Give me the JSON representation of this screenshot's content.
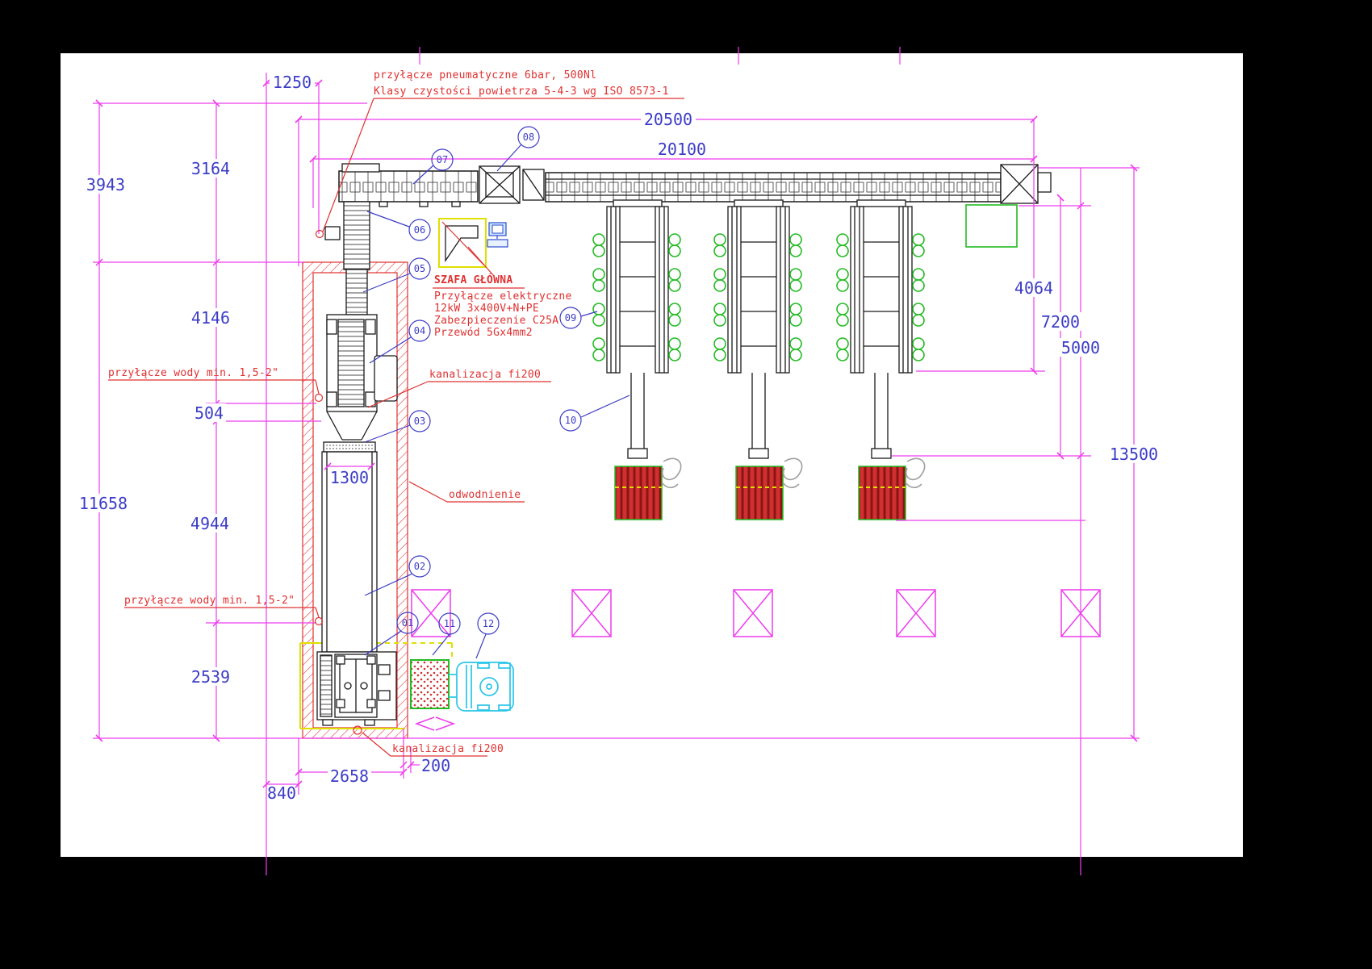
{
  "dims": {
    "d1250": "1250",
    "d3943": "3943",
    "d3164": "3164",
    "d4146": "4146",
    "d504": "504",
    "d11658": "11658",
    "d4944": "4944",
    "d2539": "2539",
    "d840": "840",
    "d2658": "2658",
    "d200": "200",
    "d1300": "1300",
    "d20500": "20500",
    "d20100": "20100",
    "d4064": "4064",
    "d7200": "7200",
    "d5000": "5000",
    "d13500": "13500"
  },
  "notes": {
    "pneumatic_line1": "przyłącze pneumatyczne 6bar, 500Nl",
    "pneumatic_line2": "Klasy czystości powietrza 5-4-3 wg ISO 8573-1",
    "cabinet_title": "SZAFA GŁÓWNA",
    "cabinet_line1": "Przyłącze elektryczne",
    "cabinet_line2": "12kW  3x400V+N+PE",
    "cabinet_line3": "Zabezpieczenie C25A",
    "cabinet_line4": "Przewód 5Gx4mm2",
    "water_upper": "przyłącze wody min. 1,5-2\"",
    "water_lower": "przyłącze wody min. 1,5-2\"",
    "sewer_upper": "kanalizacja fi200",
    "sewer_lower": "kanalizacja fi200",
    "drainage": "odwodnienie"
  },
  "balloons": [
    "01",
    "02",
    "03",
    "04",
    "05",
    "06",
    "07",
    "08",
    "09",
    "10",
    "11",
    "12"
  ],
  "colors": {
    "dimension_magenta": "#ee3cee",
    "dimension_text_blue": "#3c3cc8",
    "annotation_red": "#e03030",
    "machine_black": "#1a1a1a",
    "clamp_green": "#22bb22",
    "pallet_red": "#d03030",
    "truck_cyan": "#29c5e8",
    "zone_yellow": "#e0e000"
  }
}
